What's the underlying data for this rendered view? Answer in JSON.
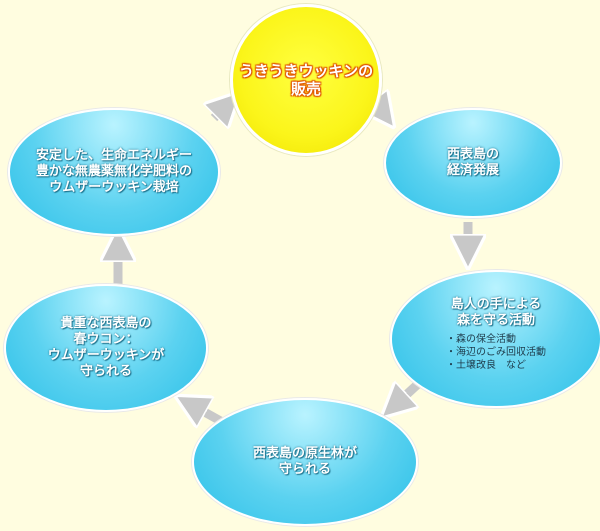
{
  "center": {
    "line1": "うきうきウッキンの",
    "line2": "販売"
  },
  "economy": {
    "line1": "西表島の",
    "line2": "経済発展"
  },
  "people": {
    "line1": "島人の手による",
    "line2": "森を守る活動",
    "items": [
      "森の保全活動",
      "海辺のごみ回収活動",
      "土壌改良　など"
    ]
  },
  "forest": {
    "line1": "西表島の原生林が",
    "line2": "守られる"
  },
  "turmeric": {
    "line1": "貴重な西表島の",
    "line2": "春ウコン：",
    "line3": "ウムザーウッキンが",
    "line4": "守られる"
  },
  "cultivation": {
    "line1": "安定した、生命エネルギー",
    "line2": "豊かな無農薬無化学肥料の",
    "line3": "ウムザーウッキン栽培"
  },
  "colors": {
    "background": "#fffde0",
    "ellipse": "#4fd0ee",
    "sun": "#fbf51a",
    "arrow": "#c8c8c8"
  }
}
